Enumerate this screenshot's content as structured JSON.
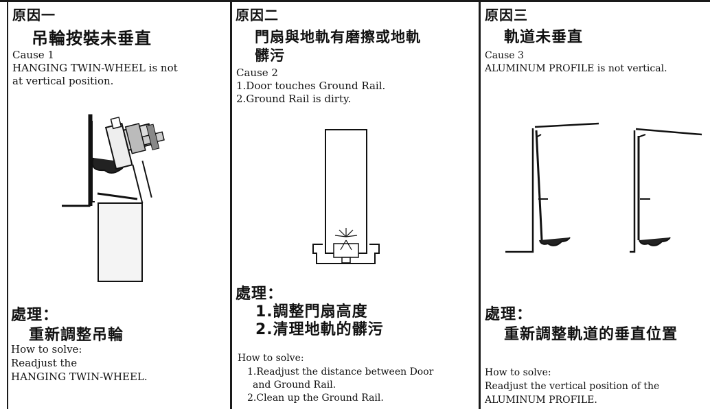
{
  "cause1": {
    "heading": "原因一",
    "title": "吊輪按裝未垂直",
    "cause_label": "Cause 1",
    "desc_lines": [
      "HANGING TWIN-WHEEL is not",
      "at vertical position."
    ],
    "solve_heading": "處理：",
    "solve_title": "重新調整吊輪",
    "solve_label": "How to solve:",
    "solve_lines": [
      "Readjust  the",
      "HANGING  TWIN-WHEEL."
    ]
  },
  "cause2": {
    "heading": "原因二",
    "title_lines": [
      "門扇與地軌有磨擦或地軌",
      "髒污"
    ],
    "cause_label": "Cause 2",
    "desc_lines": [
      "1.Door touches Ground Rail.",
      "2.Ground Rail is dirty."
    ],
    "solve_heading": "處理：",
    "solve_lines_cn": [
      "1.調整門扇高度",
      "2.清理地軌的髒污"
    ],
    "solve_label": "How to solve:",
    "solve_lines": [
      "1.Readjust the distance between Door",
      "and Ground Rail.",
      "2.Clean up the Ground Rail."
    ]
  },
  "cause3": {
    "heading": "原因三",
    "title": "軌道未垂直",
    "cause_label": "Cause 3",
    "desc_lines": [
      "ALUMINUM  PROFILE is not vertical."
    ],
    "solve_heading": "處理：",
    "solve_title": "重新調整軌道的垂直位置",
    "solve_label": "How to solve:",
    "solve_lines": [
      "Readjust the vertical position of the",
      "ALUMINUM  PROFILE."
    ]
  }
}
